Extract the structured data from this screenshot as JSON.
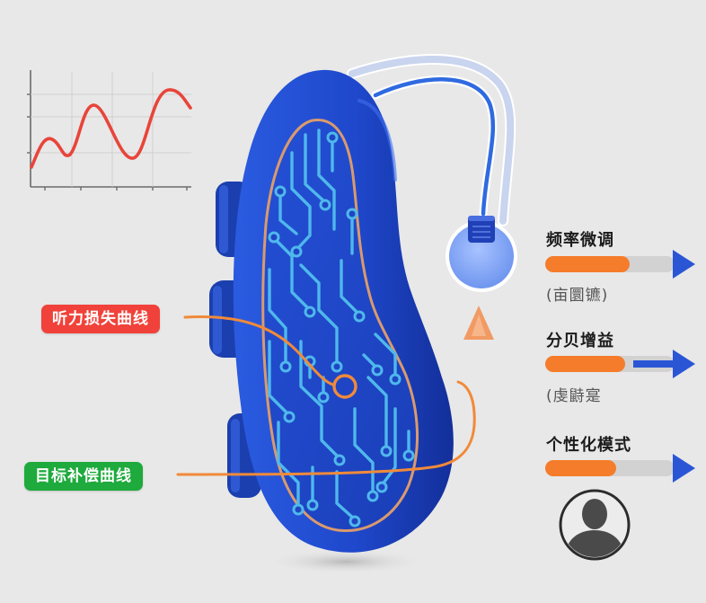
{
  "labels": {
    "hearing_loss_curve": "听力损失曲线",
    "target_compensation_curve": "目标补偿曲线"
  },
  "controls": [
    {
      "title": "频率微调",
      "subtitle": "(亩圜镳)",
      "level": 0.65,
      "color": "#f57c2a"
    },
    {
      "title": "分贝增益",
      "subtitle": "(虔鼭寔",
      "level": 0.62,
      "color": "#f57c2a"
    },
    {
      "title": "个性化模式",
      "subtitle": "",
      "level": 0.55,
      "color": "#f57c2a"
    }
  ],
  "icons": {
    "graph": "line-graph-icon",
    "arrow": "right-arrow-icon",
    "user": "user-avatar-icon",
    "cone": "sound-cone-icon"
  },
  "colors": {
    "background": "#e8e8e8",
    "device_body": "#1f45c4",
    "circuit": "#4fb8ec",
    "wire_orange": "#f08a3a",
    "curve_red": "#e8453a",
    "arrow_blue": "#2a56d6",
    "tag_red": "#f0423a",
    "tag_green": "#1eaa3c"
  }
}
